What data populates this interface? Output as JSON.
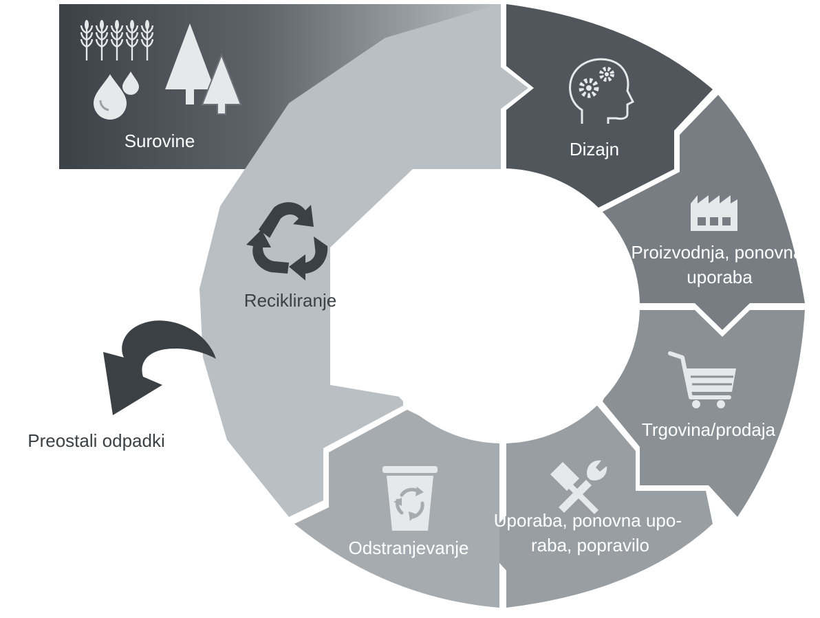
{
  "diagram": {
    "source": {
      "label": "Surovine"
    },
    "stages": [
      {
        "id": "dizajn",
        "label_lines": [
          "Dizajn"
        ],
        "icon": "head-gears-icon"
      },
      {
        "id": "proizvodnja",
        "label_lines": [
          "Proizvodnja, ponovna",
          "uporaba"
        ],
        "icon": "factory-icon"
      },
      {
        "id": "trgovina",
        "label_lines": [
          "Trgovina/prodaja"
        ],
        "icon": "shopping-cart-icon"
      },
      {
        "id": "uporaba",
        "label_lines": [
          "Uporaba, ponovna upo-",
          "raba, popravilo"
        ],
        "icon": "hammer-wrench-icon"
      },
      {
        "id": "odstranjevanje",
        "label_lines": [
          "Odstranjevanje"
        ],
        "icon": "recycle-bin-icon"
      },
      {
        "id": "recikliranje",
        "label_lines": [
          "Recikliranje"
        ],
        "icon": "recycle-arrows-icon"
      }
    ],
    "exit": {
      "label": "Preostali odpadki",
      "icon": "curved-arrow-icon"
    },
    "colors": {
      "dizajn": "#50565b",
      "proizvodnja": "#777d82",
      "trgovina": "#8a9094",
      "uporaba": "#989ea2",
      "odstranjevanje": "#a5abaf",
      "recikliranje": "#b9bfc2",
      "source_dark": "#42484d",
      "arrow": "#3a4044"
    }
  }
}
